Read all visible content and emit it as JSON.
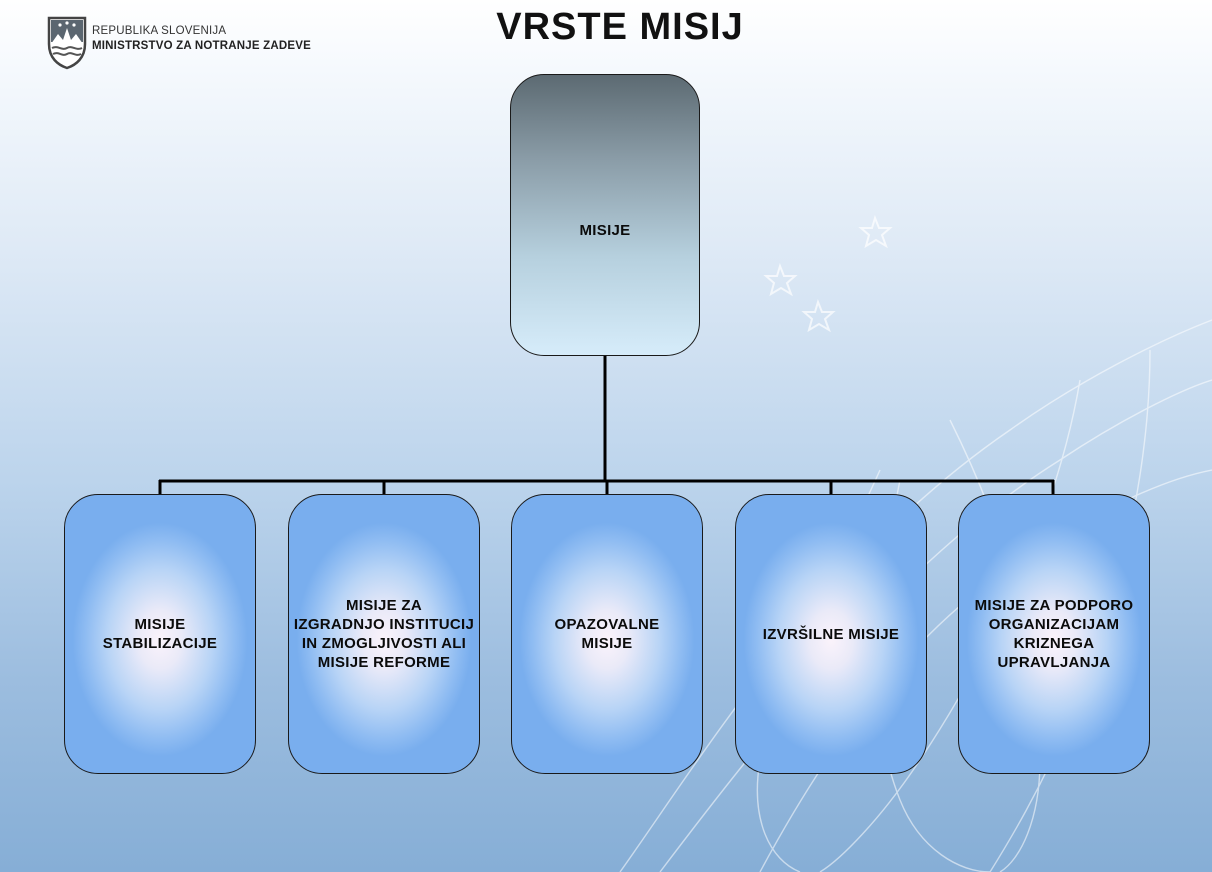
{
  "header": {
    "ministry_line1": "REPUBLIKA SLOVENIJA",
    "ministry_line2": "MINISTRSTVO ZA NOTRANJE ZADEVE",
    "crest_icon": "slovenia-coat-of-arms"
  },
  "title": "VRSTE MISIJ",
  "diagram": {
    "root": {
      "label": "MISIJE"
    },
    "children": [
      {
        "label": "MISIJE\nSTABILIZACIJE"
      },
      {
        "label": "MISIJE ZA\nIZGRADNJO INSTITUCIJ\nIN ZMOGLJIVOSTI ALI\nMISIJE REFORME"
      },
      {
        "label": "OPAZOVALNE\nMISIJE"
      },
      {
        "label": "IZVRŠILNE MISIJE"
      },
      {
        "label": "MISIJE ZA PODPORO\nORGANIZACIJAM\nKRIZNEGA\nUPRAVLJANJA"
      }
    ]
  },
  "colors": {
    "root_top": "#5c6a72",
    "root_bottom": "#d6ecfa",
    "child_center": "#fbf3fb",
    "child_edge": "#79aeee",
    "connector": "#000000"
  }
}
